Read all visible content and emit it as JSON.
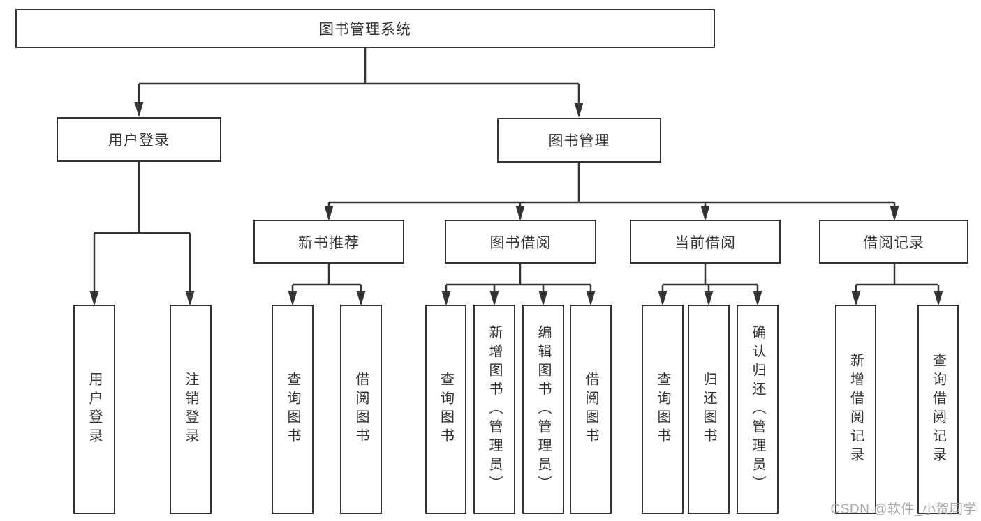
{
  "diagram_title": "图书管理系统",
  "nodes": {
    "root": "图书管理系统",
    "user_login": "用户登录",
    "book_management": "图书管理",
    "new_book_recommend": "新书推荐",
    "book_borrow": "图书借阅",
    "current_borrow": "当前借阅",
    "borrow_records": "借阅记录"
  },
  "leaves": [
    {
      "parent": "用户登录",
      "label": "用户登录"
    },
    {
      "parent": "用户登录",
      "label": "注销登录"
    },
    {
      "parent": "新书推荐",
      "label": "查询图书"
    },
    {
      "parent": "新书推荐",
      "label": "借阅图书"
    },
    {
      "parent": "图书借阅",
      "label": "查询图书"
    },
    {
      "parent": "图书借阅",
      "label": "新增图书（管理员）"
    },
    {
      "parent": "图书借阅",
      "label": "编辑图书（管理员）"
    },
    {
      "parent": "图书借阅",
      "label": "借阅图书"
    },
    {
      "parent": "当前借阅",
      "label": "查询图书"
    },
    {
      "parent": "当前借阅",
      "label": "归还图书"
    },
    {
      "parent": "当前借阅",
      "label": "确认归还（管理员）"
    },
    {
      "parent": "借阅记录",
      "label": "新增借阅记录"
    },
    {
      "parent": "借阅记录",
      "label": "查询借阅记录"
    }
  ],
  "watermark": "CSDN @软件_小贺同学",
  "colors": {
    "line": "#333333",
    "box_border": "#333333",
    "text": "#333333",
    "background": "#ffffff",
    "watermark": "#a0a0a0"
  }
}
